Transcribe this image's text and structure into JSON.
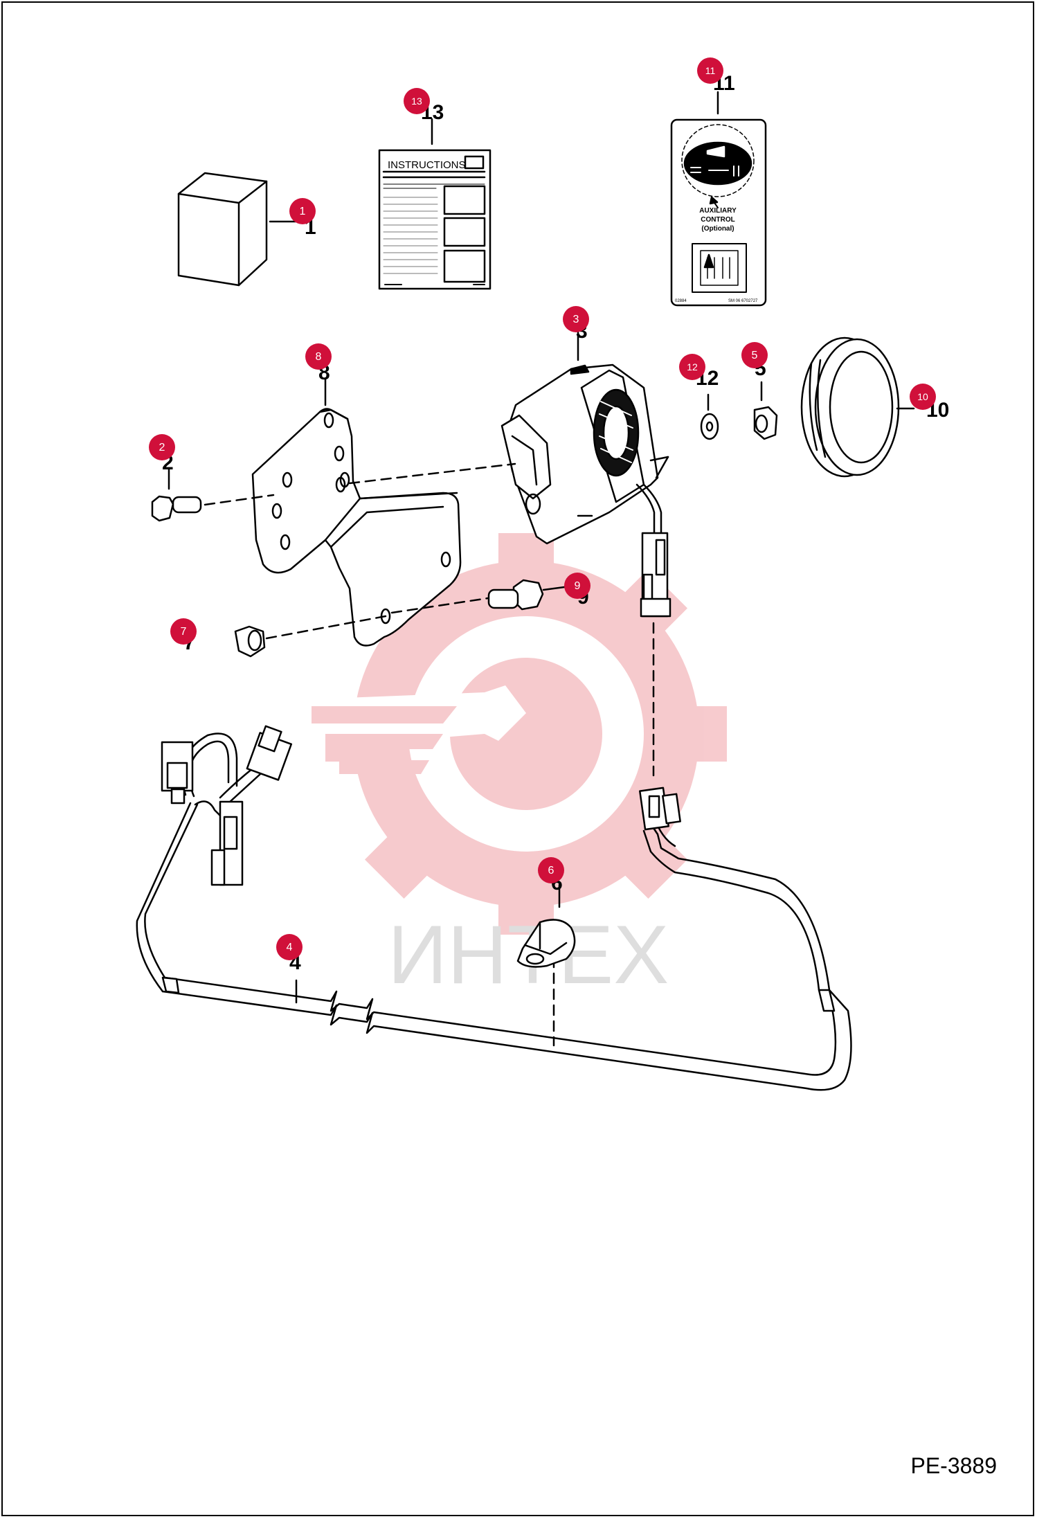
{
  "page_code": "PE-3889",
  "watermark_text": "ИНТЕХ",
  "instructions_heading": "INSTRUCTIONS",
  "decal_caption_1": "AUXILIARY",
  "decal_caption_2": "CONTROL",
  "decal_caption_3": "(Optional)",
  "decal_code_left": "02884",
  "decal_code_right": "SM 06 6702727",
  "colors": {
    "badge": "#d0103a",
    "badge_text": "#ffffff",
    "watermark": "#f4b9bd",
    "watermark_text": "#d4d4d4",
    "line": "#000000"
  },
  "callouts": [
    {
      "label": "1",
      "printed": "1"
    },
    {
      "label": "2",
      "printed": "2"
    },
    {
      "label": "3",
      "printed": "3"
    },
    {
      "label": "4",
      "printed": "4"
    },
    {
      "label": "5",
      "printed": "5"
    },
    {
      "label": "6",
      "printed": "6"
    },
    {
      "label": "7",
      "printed": "7"
    },
    {
      "label": "8",
      "printed": "8"
    },
    {
      "label": "9",
      "printed": "9"
    },
    {
      "label": "10",
      "printed": "10"
    },
    {
      "label": "11",
      "printed": "11"
    },
    {
      "label": "12",
      "printed": "12"
    },
    {
      "label": "13",
      "printed": "13"
    }
  ]
}
